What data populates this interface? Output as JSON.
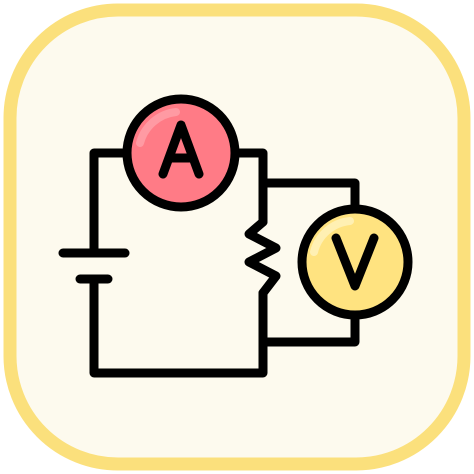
{
  "icon": {
    "name": "electric-circuit",
    "colors": {
      "page_background": "#ffffff",
      "tile_border": "#fbe07c",
      "tile_fill": "#fdfaee",
      "ammeter_fill": "#ff7b86",
      "ammeter_highlight": "#ff9aa3",
      "voltmeter_fill": "#ffe380",
      "voltmeter_highlight": "#fff0b3",
      "stroke": "#000000"
    },
    "components": [
      {
        "type": "ammeter",
        "label": "A"
      },
      {
        "type": "voltmeter",
        "label": "V"
      },
      {
        "type": "battery"
      },
      {
        "type": "resistor"
      }
    ]
  }
}
